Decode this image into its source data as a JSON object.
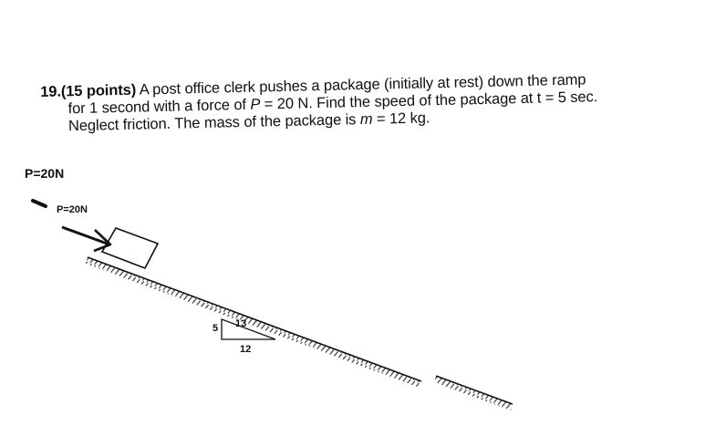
{
  "problem": {
    "number": "19.",
    "points": "(15 points)",
    "line1_rest": " A post office clerk pushes a package (initially at rest) down the ramp",
    "line2_a": "for 1 second with a force of ",
    "line2_var": "P",
    "line2_b": " = 20 N.  Find the speed of the package at t = 5 sec.",
    "line3_a": "Neglect friction. The mass of the package is ",
    "line3_var": "m",
    "line3_b": " = 12 kg."
  },
  "standalone_label": "P=20N",
  "figure": {
    "force_label": "P=20N",
    "slope_vertical": "5",
    "slope_hypotenuse": "13",
    "slope_horizontal": "12"
  }
}
